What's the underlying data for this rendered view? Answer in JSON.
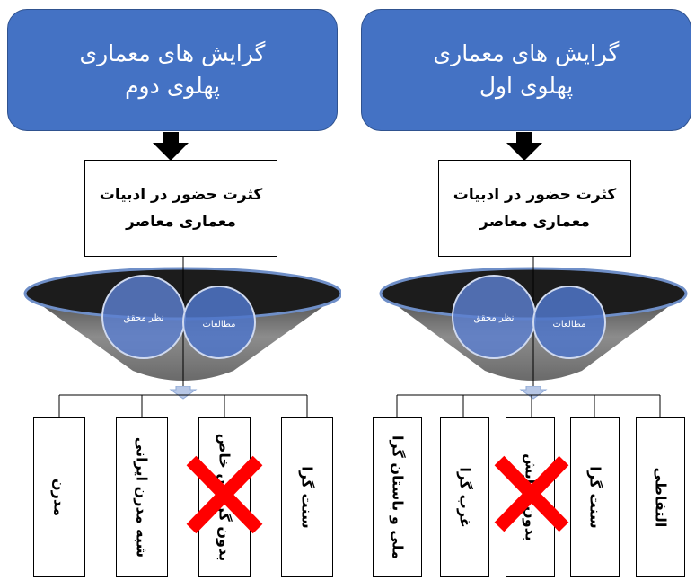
{
  "panels": [
    {
      "header_line1": "گرایش های معماری",
      "header_line2": "پهلوی دوم",
      "topic_line1": "کثرت حضور در ادبیات",
      "topic_line2": "معماری معاصر",
      "circles": [
        "نظر محقق",
        "مطالعات"
      ],
      "categories": [
        {
          "label": "مدرن",
          "crossed": false
        },
        {
          "label": "شبه مدرن ایرانی",
          "crossed": false
        },
        {
          "label": "بدون گرایش خاص",
          "crossed": true
        },
        {
          "label": "سنت گرا",
          "crossed": false
        }
      ]
    },
    {
      "header_line1": "گرایش های معماری",
      "header_line2": "پهلوی اول",
      "topic_line1": "کثرت حضور در ادبیات",
      "topic_line2": "معماری معاصر",
      "circles": [
        "نظر محقق",
        "مطالعات"
      ],
      "categories": [
        {
          "label": "ملی و باستان گرا",
          "crossed": false
        },
        {
          "label": "غرب گرا",
          "crossed": false
        },
        {
          "label": "بدون گرایش",
          "crossed": true
        },
        {
          "label": "سنت گرا",
          "crossed": false
        },
        {
          "label": "التقاطی",
          "crossed": false
        }
      ]
    }
  ],
  "colors": {
    "header_fill": "#4472c4",
    "header_border": "#2f528f",
    "cross": "#ff0000",
    "funnel_rim": "#6f8fc8"
  }
}
